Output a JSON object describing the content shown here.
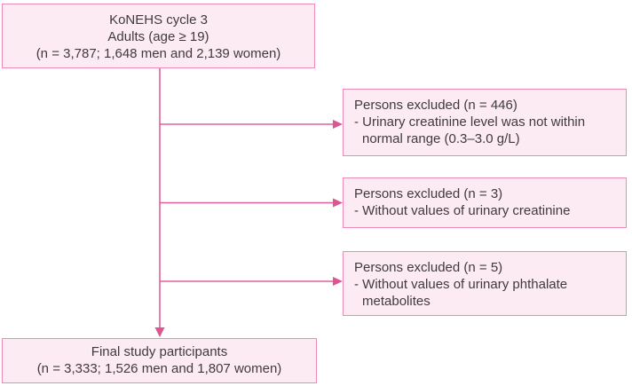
{
  "colors": {
    "box_fill": "#fcebf3",
    "box_border": "#ee8ab6",
    "connector": "#e0609b",
    "text": "#403a40",
    "background": "#ffffff"
  },
  "flow": {
    "top_box": {
      "line1": "KoNEHS cycle 3",
      "line2": "Adults (age ≥ 19)",
      "line3": "(n = 3,787; 1,648 men and 2,139 women)"
    },
    "exclusion_boxes": [
      {
        "title": "Persons excluded (n = 446)",
        "reason_line1": "- Urinary creatinine level was not within",
        "reason_line2": "normal range (0.3–3.0 g/L)"
      },
      {
        "title": "Persons excluded (n = 3)",
        "reason_line1": "- Without values of urinary creatinine",
        "reason_line2": ""
      },
      {
        "title": "Persons excluded (n = 5)",
        "reason_line1": "- Without values of urinary phthalate",
        "reason_line2": "metabolites"
      }
    ],
    "final_box": {
      "line1": "Final study participants",
      "line2": "(n = 3,333; 1,526 men and 1,807 women)"
    }
  }
}
